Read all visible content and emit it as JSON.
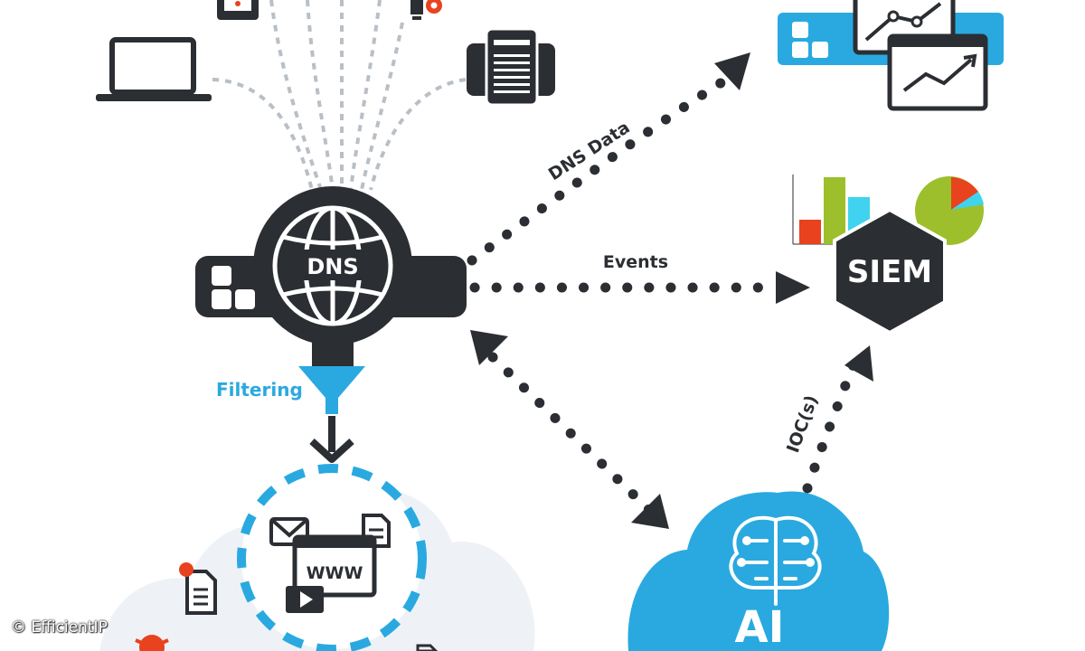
{
  "labels": {
    "dns": "DNS",
    "dns_data": "DNS Data",
    "events": "Events",
    "filtering": "Filtering",
    "siem": "SIEM",
    "iocs": "IOC(s)",
    "ai": "AI",
    "www": "WWW"
  },
  "copyright": "© EfficientIP",
  "colors": {
    "dark": "#2b2e33",
    "blue": "#2aa9e0",
    "light_cloud": "#eef2f7",
    "red": "#e8421e",
    "green": "#9cbf2b",
    "cyan": "#3fd3ef"
  },
  "icons": [
    "laptop-icon",
    "tablet-icon",
    "lightbulb-icon",
    "server-icon",
    "globe-icon",
    "funnel-icon",
    "brain-icon",
    "email-icon",
    "document-icon",
    "video-icon",
    "folder-icon",
    "bug-icon"
  ]
}
